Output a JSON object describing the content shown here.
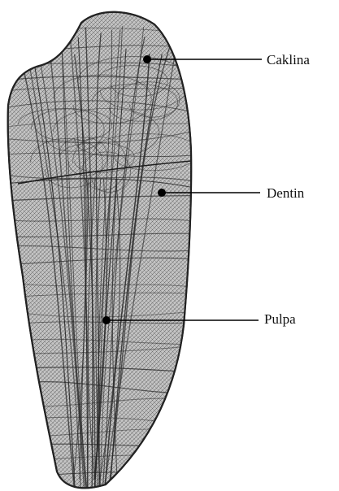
{
  "labels": {
    "enamel": "Caklina",
    "dentin": "Dentin",
    "pulp": "Pulpa"
  },
  "colors": {
    "mesh_fill": "#bdbdbd",
    "mesh_line": "#2b2b2b",
    "leader": "#000000",
    "text": "#111111"
  }
}
